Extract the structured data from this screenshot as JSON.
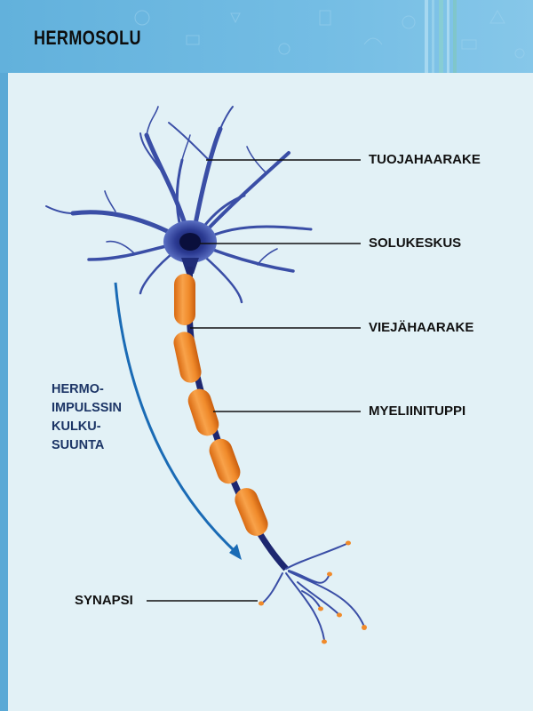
{
  "title": "HERMOSOLU",
  "labels": {
    "dendrite": "TUOJAHAARAKE",
    "cell_body": "SOLUKESKUS",
    "axon": "VIEJÄHAARAKE",
    "myelin_sheath": "MYELIINITUPPI",
    "synapse": "SYNAPSI"
  },
  "impulse_direction_lines": [
    "HERMO-",
    "IMPULSSIN",
    "KULKU-",
    "SUUNTA"
  ],
  "colors": {
    "header": "#6ab7e0",
    "background": "#e2f1f6",
    "neuron": "#2e3f95",
    "myelin": "#f08a2a",
    "arrow": "#1a6bb5",
    "direction_text": "#1c3566"
  }
}
